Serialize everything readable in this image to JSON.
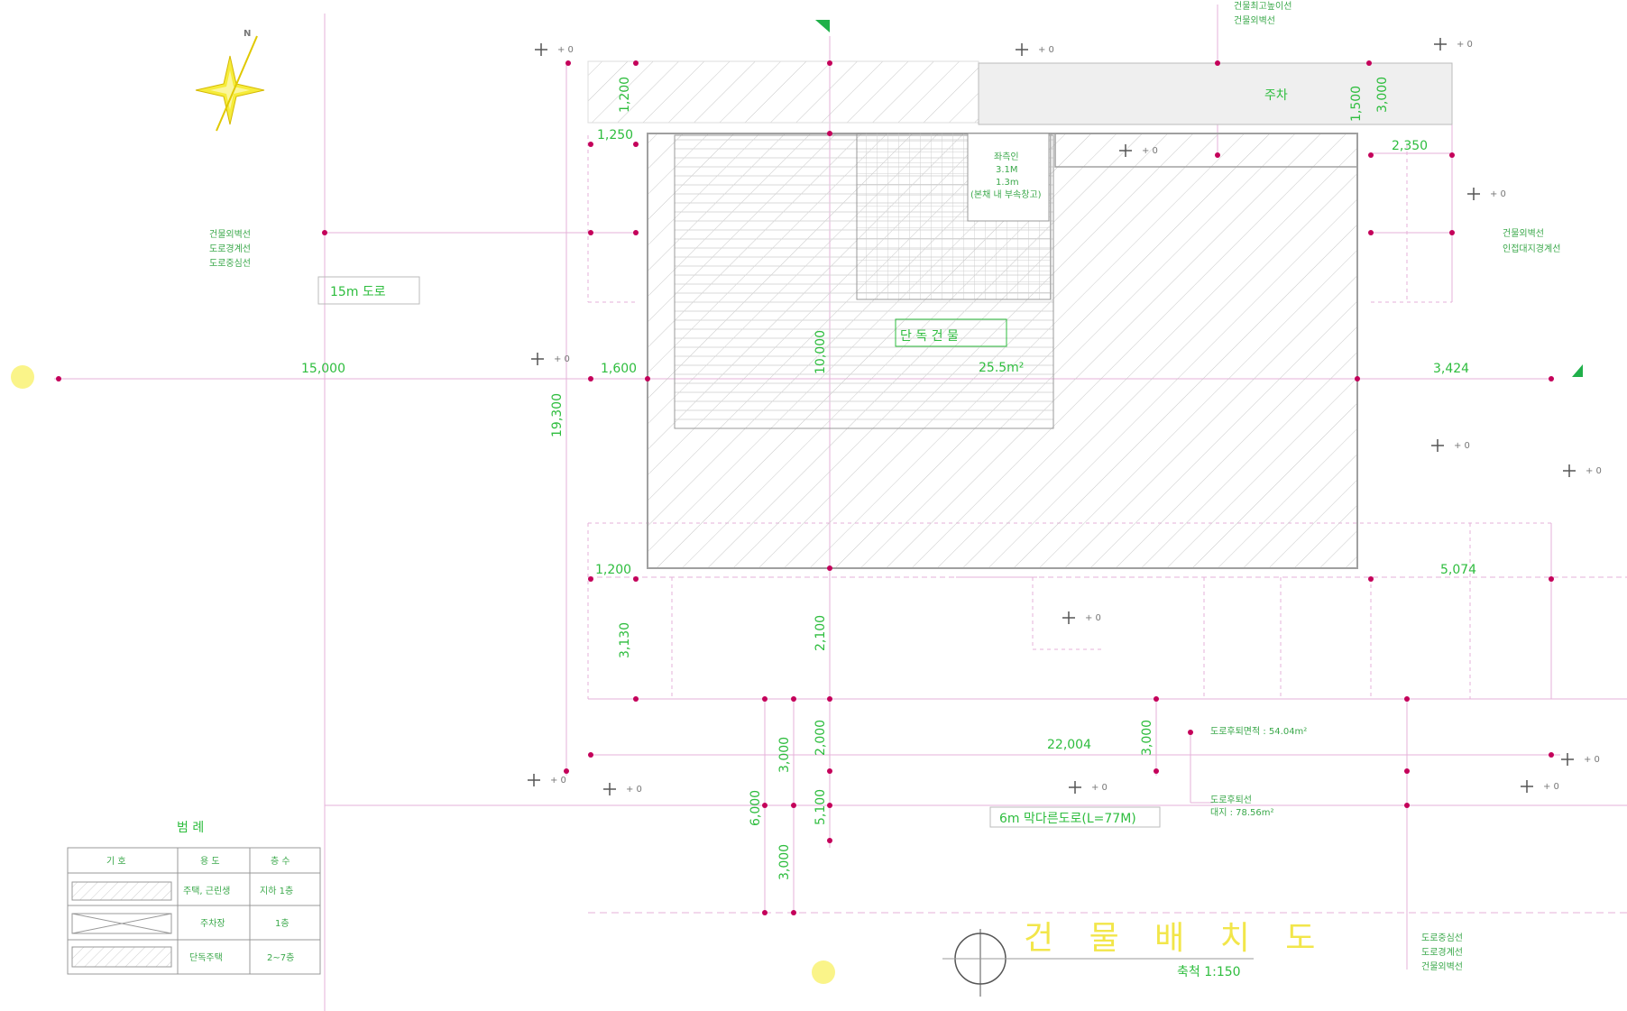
{
  "drawing": {
    "north_label": "N",
    "road_label": "15m 도로",
    "road_bottom_label": "6m 막다른도로(L=77M)",
    "building_name": "단 독 건 물",
    "building_area": "25.5m²",
    "hall_note": [
      "좌측인",
      "3.1M",
      "1.3m",
      "(본채 내 부속창고)"
    ],
    "dimensions": {
      "d_left_road": "15,000",
      "d_1600_mid": "1,600",
      "d_1250": "1,250",
      "d_1200_top": "1,200",
      "d_2350": "2,350",
      "d_3424": "3,424",
      "d_1200_bot": "1,200",
      "d_5074": "5,074",
      "d_1500_right_top": "1,500",
      "d_22004": "22,004",
      "d_19300": "19,300",
      "d_10000": "10,000",
      "d_3130": "3,130",
      "d_2100": "2,100",
      "d_3000_a": "3,000",
      "d_3000_b": "3,000",
      "d_6000": "6,000",
      "d_2000": "2,000",
      "d_5100": "5,100",
      "d_3000_c": "3,000",
      "d_3000_d": "3,000"
    },
    "notes": {
      "top_right_1": "건물최고높이선",
      "top_right_2": "건물외벽선",
      "left_1": "건물외벽선",
      "left_2": "도로경계선",
      "left_3": "도로중심선",
      "right_1": "건물외벽선",
      "right_2": "인접대지경계선",
      "bottom_area": "도로후퇴면적 : 54.04m²",
      "bottom_line": "도로후퇴선",
      "bottom_line2": "대지 : 78.56m²",
      "br_1": "도로중심선",
      "br_2": "도로경계선",
      "br_3": "건물외벽선",
      "parking": "주차"
    },
    "levels": [
      "+ 0",
      "+ 0",
      "+ 0",
      "+ 0",
      "+ 0",
      "+ 0",
      "+ 0",
      "+ 0",
      "+ 0",
      "+ 0",
      "+ 0",
      "+ 0",
      "+ 0",
      "+ 0"
    ],
    "legend": {
      "title": "범 례",
      "headers": [
        "기 호",
        "용 도",
        "층 수"
      ],
      "rows": [
        {
          "use": "주택, 근린생",
          "floors": "지하 1층"
        },
        {
          "use": "주차장",
          "floors": "1층"
        },
        {
          "use": "단독주택",
          "floors": "2~7층"
        }
      ]
    },
    "title_block": {
      "title": "건 물 배 치 도",
      "scale": "축척 1:150"
    },
    "colors": {
      "line": "#e6b3d9",
      "dim_text": "#2ebd3e",
      "node": "#c4005a",
      "title": "#f2e64a"
    }
  }
}
